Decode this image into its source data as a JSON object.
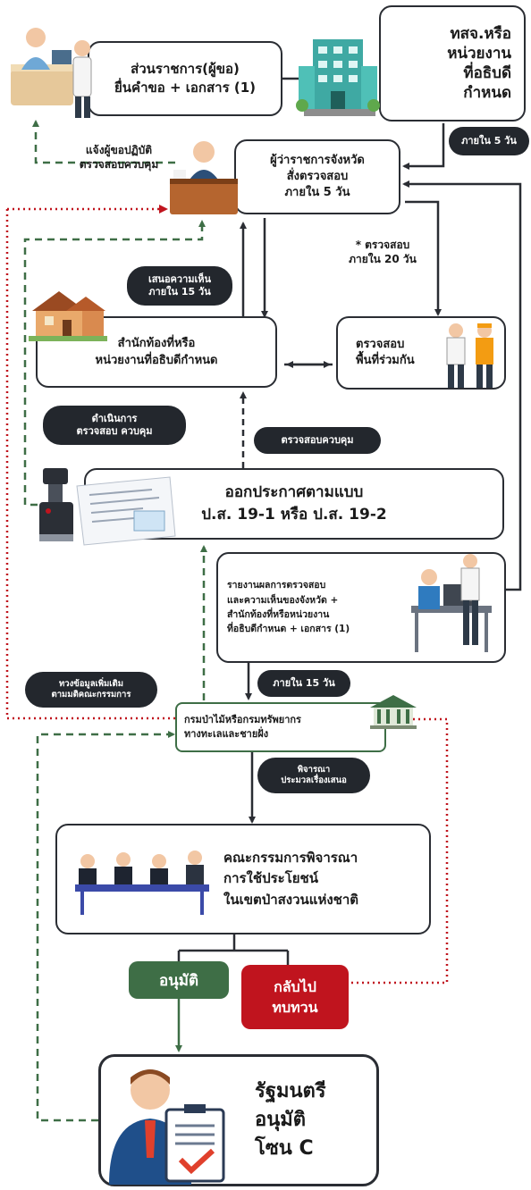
{
  "steps": {
    "applicant": [
      "ส่วนราชการ(ผู้ขอ)",
      "ยื่นคำขอ + เอกสาร (1)"
    ],
    "agency": [
      "ทสจ.หรือ",
      "หน่วยงาน",
      "ที่อธิบดี",
      "กำหนด"
    ],
    "governor": [
      "ผู้ว่าราชการจังหวัด",
      "สั่งตรวจสอบ",
      "ภายใน 5 วัน"
    ],
    "local_office": [
      "สำนักท้องที่หรือ",
      "หน่วยงานที่อธิบดีกำหนด"
    ],
    "joint_inspection": [
      "ตรวจสอบ",
      "พื้นที่ร่วมกัน"
    ],
    "announcement": [
      "ออกประกาศตามแบบ",
      "ป.ส. 19-1 หรือ ป.ส. 19-2"
    ],
    "report": [
      "รายงานผลการตรวจสอบ",
      "และความเห็นของจังหวัด +",
      "สำนักท้องที่หรือหน่วยงาน",
      "ที่อธิบดีกำหนด + เอกสาร (1)"
    ],
    "department": [
      "กรมป่าไม้หรือกรมทรัพยากร",
      "ทางทะเลและชายฝั่ง"
    ],
    "committee": [
      "คณะกรรมการพิจารณา",
      "การใช้ประโยชน์",
      "ในเขตป่าสงวนแห่งชาติ"
    ],
    "approve": "อนุมัติ",
    "return": [
      "กลับไป",
      "ทบทวน"
    ],
    "minister": [
      "รัฐมนตรี",
      "อนุมัติ",
      "โซน C"
    ]
  },
  "notes": {
    "notify_applicant": [
      "แจ้งผู้ขอปฏิบัติ",
      "ตรวจสอบควบคุม"
    ],
    "within_5": "ภายใน 5 วัน",
    "inspect_20": [
      "* ตรวจสอบ",
      "ภายใน 20 วัน"
    ],
    "opinion_15": [
      "เสนอความเห็น",
      "ภายใน 15 วัน"
    ],
    "perform_control": [
      "ดำเนินการ",
      "ตรวจสอบ ควบคุม"
    ],
    "inspect_control": "ตรวจสอบควบคุม",
    "within_15": "ภายใน 15 วัน",
    "more_info": [
      "ทวงข้อมูลเพิ่มเติม",
      "ตามมติคณะกรรมการ"
    ],
    "consider": [
      "พิจารณา",
      "ประมวลเรื่องเสนอ"
    ]
  },
  "colors": {
    "dark": "#23272d",
    "green": "#3e6e46",
    "red": "#c0141e"
  }
}
